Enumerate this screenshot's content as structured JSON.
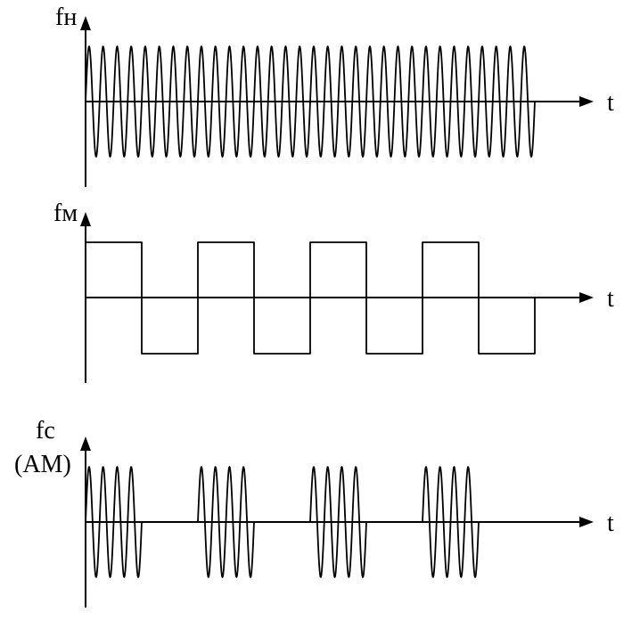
{
  "panels": [
    {
      "id": "carrier",
      "y_label_lines": [
        "fн"
      ],
      "x_label": "t",
      "waveform": "carrier",
      "cycles": 32
    },
    {
      "id": "modulating",
      "y_label_lines": [
        "fм"
      ],
      "x_label": "t",
      "waveform": "square",
      "half_periods": 8
    },
    {
      "id": "am",
      "y_label_lines": [
        "fc",
        "(AM)"
      ],
      "x_label": "t",
      "waveform": "am",
      "bursts": 4,
      "cycles_per_burst": 4
    }
  ]
}
